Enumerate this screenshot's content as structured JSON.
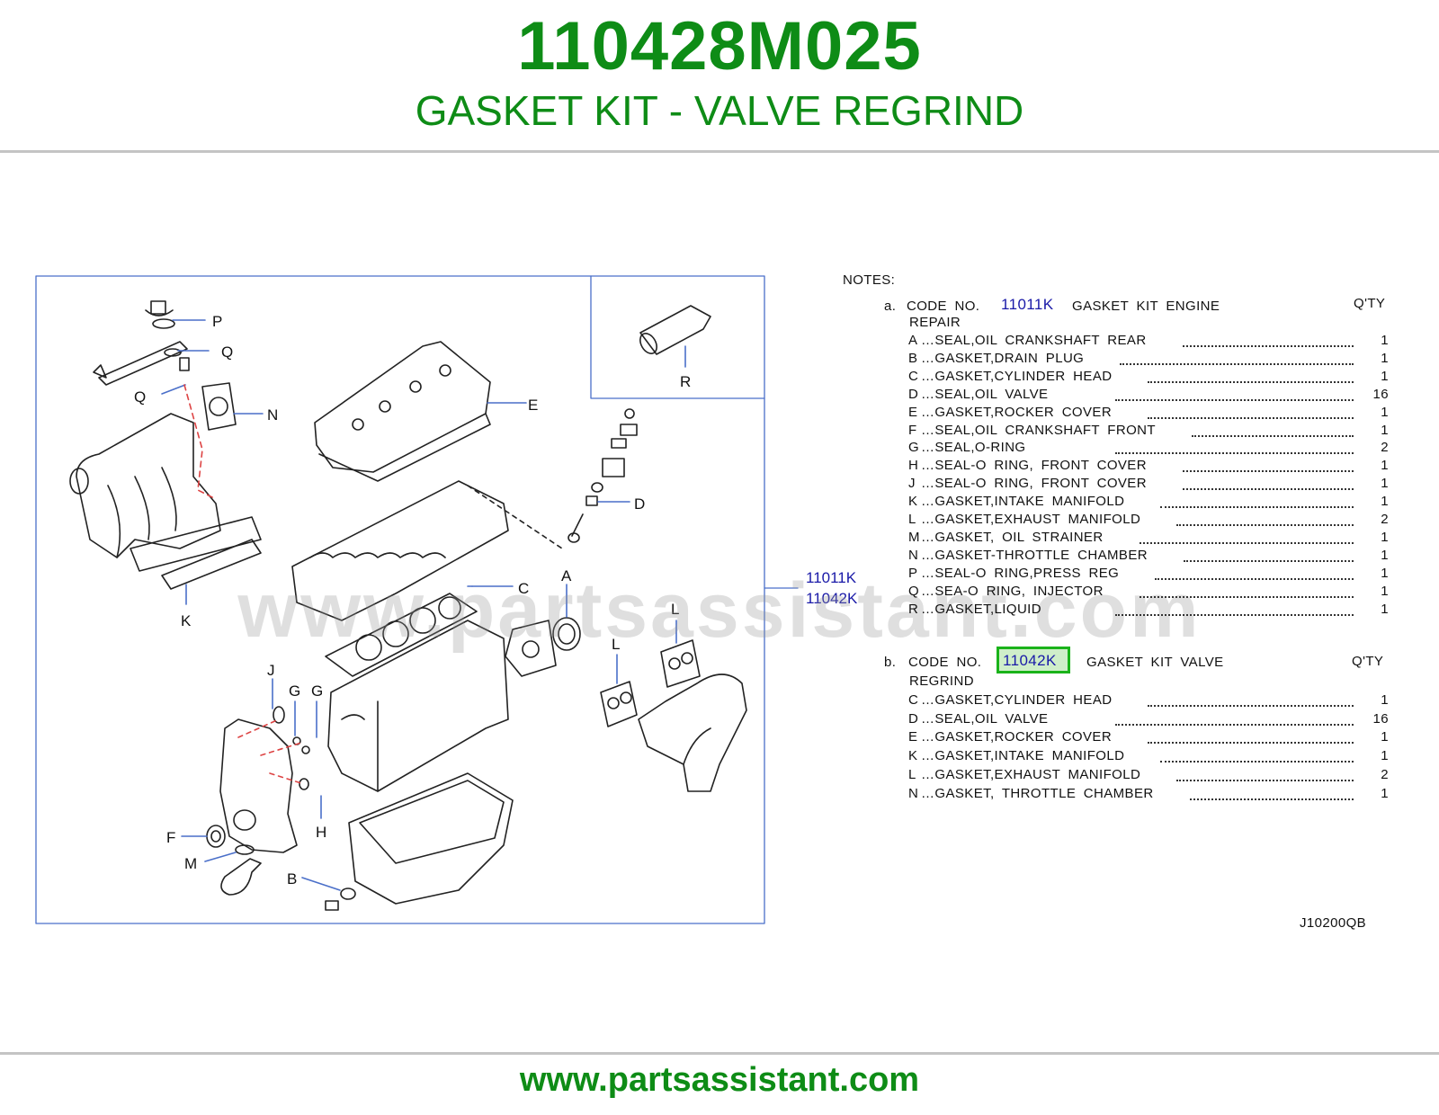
{
  "header": {
    "part_number": "110428M025",
    "title": "GASKET KIT - VALVE REGRIND"
  },
  "diagram": {
    "callouts": [
      "P",
      "Q",
      "Q",
      "N",
      "E",
      "R",
      "D",
      "C",
      "A",
      "L",
      "L",
      "K",
      "J",
      "G",
      "G",
      "H",
      "F",
      "M",
      "B"
    ],
    "code_labels": [
      "11011K",
      "11042K"
    ]
  },
  "notes": {
    "heading": "NOTES:",
    "sections": [
      {
        "letter": "a.",
        "code_prefix": "CODE NO.",
        "code": "11011K",
        "desc_line1": "GASKET KIT ENGINE",
        "desc_line2": "REPAIR",
        "qty_header": "Q'TY",
        "items": [
          {
            "key": "A",
            "name": "SEAL,OIL CRANKSHAFT REAR",
            "qty": "1"
          },
          {
            "key": "B",
            "name": "GASKET,DRAIN PLUG",
            "qty": "1"
          },
          {
            "key": "C",
            "name": "GASKET,CYLINDER HEAD",
            "qty": "1"
          },
          {
            "key": "D",
            "name": "SEAL,OIL VALVE",
            "qty": "16"
          },
          {
            "key": "E",
            "name": "GASKET,ROCKER COVER",
            "qty": "1"
          },
          {
            "key": "F",
            "name": "SEAL,OIL CRANKSHAFT FRONT",
            "qty": "1"
          },
          {
            "key": "G",
            "name": "SEAL,O-RING",
            "qty": "2"
          },
          {
            "key": "H",
            "name": "SEAL-O RING, FRONT COVER",
            "qty": "1"
          },
          {
            "key": "J",
            "name": "SEAL-O RING, FRONT COVER",
            "qty": "1"
          },
          {
            "key": "K",
            "name": "GASKET,INTAKE MANIFOLD",
            "qty": "1"
          },
          {
            "key": "L",
            "name": "GASKET,EXHAUST MANIFOLD",
            "qty": "2"
          },
          {
            "key": "M",
            "name": "GASKET, OIL STRAINER",
            "qty": "1"
          },
          {
            "key": "N",
            "name": "GASKET-THROTTLE CHAMBER",
            "qty": "1"
          },
          {
            "key": "P",
            "name": "SEAL-O RING,PRESS REG",
            "qty": "1"
          },
          {
            "key": "Q",
            "name": "SEA-O RING, INJECTOR",
            "qty": "1"
          },
          {
            "key": "R",
            "name": "GASKET,LIQUID",
            "qty": "1"
          }
        ]
      },
      {
        "letter": "b.",
        "code_prefix": "CODE NO.",
        "code": "11042K",
        "desc_line1": "GASKET KIT VALVE",
        "desc_line2": "REGRIND",
        "qty_header": "Q'TY",
        "items": [
          {
            "key": "C",
            "name": "GASKET,CYLINDER HEAD",
            "qty": "1"
          },
          {
            "key": "D",
            "name": "SEAL,OIL VALVE",
            "qty": "16"
          },
          {
            "key": "E",
            "name": "GASKET,ROCKER COVER",
            "qty": "1"
          },
          {
            "key": "K",
            "name": "GASKET,INTAKE MANIFOLD",
            "qty": "1"
          },
          {
            "key": "L",
            "name": "GASKET,EXHAUST MANIFOLD",
            "qty": "2"
          },
          {
            "key": "N",
            "name": "GASKET, THROTTLE CHAMBER",
            "qty": "1"
          }
        ]
      }
    ],
    "reference": "J10200QB"
  },
  "footer": {
    "url": "www.partsassistant.com"
  },
  "watermark": "www.partsassistant.com",
  "colors": {
    "brand_green": "#0e8c16",
    "code_blue": "#1a1aa8",
    "highlight_border": "#1ab31a",
    "frame_blue": "#4a6fc9"
  }
}
